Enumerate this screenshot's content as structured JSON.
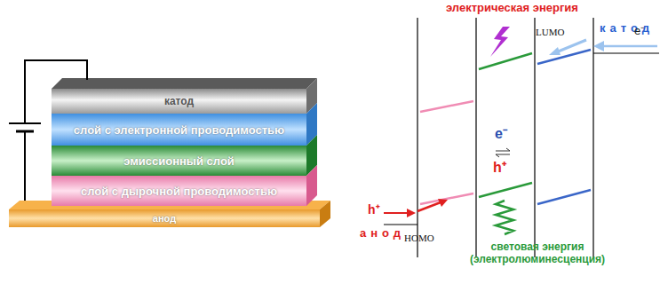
{
  "diagram": {
    "nodes": [
      {
        "text": [
          "катод"
        ]
      },
      {
        "text": [
          "слой с электронной проводимостью"
        ]
      },
      {
        "text": [
          "эмиссионный слой"
        ]
      },
      {
        "text": [
          "слой с дырочной проводимостью"
        ]
      },
      {
        "text": [
          "анод"
        ]
      }
    ],
    "edges": [
      {
        "from": 0,
        "to": 4,
        "arrow": "none"
      }
    ],
    "labels": [
      "электрическая энергия",
      "LUMO",
      "катод",
      "e⁻",
      "e⁻",
      "h⁺",
      "h⁺",
      "анод",
      "HOMO",
      "световая энергия (электролюминесценция)"
    ]
  }
}
